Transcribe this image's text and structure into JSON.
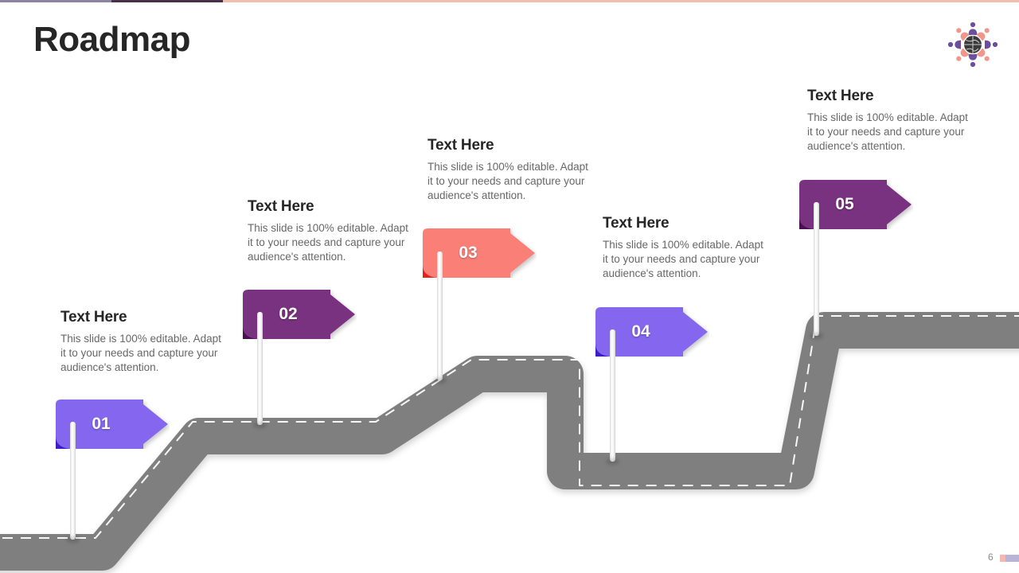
{
  "slide": {
    "title": "Roadmap",
    "page_number": "6",
    "background_color": "#ffffff"
  },
  "topbar": {
    "segment_1_color": "#8b85a3",
    "segment_2_color": "#463149",
    "segment_3_color": "#f0bfae"
  },
  "logo": {
    "name": "globe-people-logo",
    "globe_color": "#3a3a3a",
    "accent_purple": "#6b4e9e",
    "accent_salmon": "#f0968a"
  },
  "road": {
    "surface_color": "#7f7f7f",
    "dash_color": "#ffffff",
    "style": "winding ascending road with dashed centre line"
  },
  "milestones": [
    {
      "number": "01",
      "heading": "Text Here",
      "body": "This slide is 100% editable. Adapt it to your needs and capture your audience's attention.",
      "color": "#8466ef",
      "fold_color": "#3b1fc4"
    },
    {
      "number": "02",
      "heading": "Text Here",
      "body": "This slide is 100% editable. Adapt it to your needs and capture your audience's attention.",
      "color": "#79307f",
      "fold_color": "#4a1050"
    },
    {
      "number": "03",
      "heading": "Text Here",
      "body": "This slide is 100% editable. Adapt it to your needs and capture your audience's attention.",
      "color": "#fa8077",
      "fold_color": "#e8201a"
    },
    {
      "number": "04",
      "heading": "Text Here",
      "body": "This slide is 100% editable. Adapt it to your needs and capture your audience's attention.",
      "color": "#8466ef",
      "fold_color": "#3b1fc4"
    },
    {
      "number": "05",
      "heading": "Text Here",
      "body": "This slide is 100% editable. Adapt it to your needs and capture your audience's attention.",
      "color": "#79307f",
      "fold_color": "#4a1050"
    }
  ],
  "footer": {
    "page_number": "6",
    "bar_color_a": "#f3b9b0",
    "bar_color_b": "#b9b3d8"
  }
}
